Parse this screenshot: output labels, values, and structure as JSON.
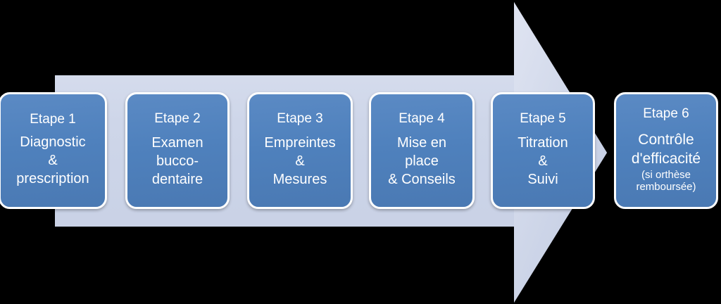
{
  "diagram": {
    "type": "process-arrow-flow",
    "title_visible": false,
    "colors": {
      "arrow_fill": "#ccd4e8",
      "arrow_fill_light": "#dde2f0",
      "box_fill": "#4f81bd",
      "box_border": "#ffffff",
      "box_text": "#ffffff",
      "background": "#000000"
    },
    "arrow": {
      "name": "right-pointing-arrow",
      "direction": "right"
    },
    "steps": [
      {
        "id": "step-1",
        "title": "Etape 1",
        "lines": [
          "Diagnostic",
          "&",
          "prescription"
        ]
      },
      {
        "id": "step-2",
        "title": "Etape 2",
        "lines": [
          "Examen",
          "bucco-",
          "dentaire"
        ]
      },
      {
        "id": "step-3",
        "title": "Etape 3",
        "lines": [
          "Empreintes",
          "&",
          "Mesures"
        ]
      },
      {
        "id": "step-4",
        "title": "Etape 4",
        "lines": [
          "Mise en",
          "place",
          "& Conseils"
        ]
      },
      {
        "id": "step-5",
        "title": "Etape 5",
        "lines": [
          "Titration",
          "&",
          "Suivi"
        ]
      },
      {
        "id": "step-6",
        "title": "Etape 6",
        "lines": [
          "Contrôle",
          "d'efficacité"
        ],
        "note_lines": [
          "(si orthèse",
          "remboursée)"
        ]
      }
    ]
  }
}
